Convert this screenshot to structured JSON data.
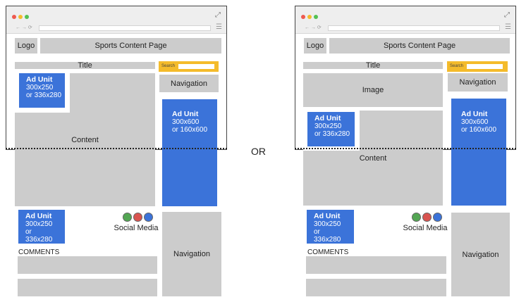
{
  "separator": "OR",
  "colors": {
    "placeholder": "#cccccc",
    "ad": "#3b73d9",
    "search": "#f4bb2b",
    "dot_red": "#ee5a4f",
    "dot_yellow": "#f5bb2b",
    "dot_green": "#53c153",
    "social_green": "#53a653",
    "social_red": "#d9534f",
    "social_blue": "#3b73d9"
  },
  "left": {
    "logo": "Logo",
    "page_title": "Sports Content Page",
    "title": "Title",
    "search_label": "Search",
    "navigation_top": "Navigation",
    "ad_top": {
      "title": "Ad Unit",
      "line1": "300x250",
      "line2": "or 336x280"
    },
    "content": "Content",
    "ad_side": {
      "title": "Ad Unit",
      "line1": "300x600",
      "line2": "or 160x600"
    },
    "ad_bottom": {
      "title": "Ad Unit",
      "line1": "300x250",
      "line2": "or",
      "line3": "336x280"
    },
    "social_media": "Social Media",
    "comments": "COMMENTS",
    "navigation_bottom": "Navigation"
  },
  "right": {
    "logo": "Logo",
    "page_title": "Sports Content Page",
    "title": "Title",
    "search_label": "Search",
    "navigation_top": "Navigation",
    "image": "Image",
    "ad_mid": {
      "title": "Ad Unit",
      "line1": "300x250",
      "line2": "or 336x280"
    },
    "content": "Content",
    "ad_side": {
      "title": "Ad Unit",
      "line1": "300x600",
      "line2": "or 160x600"
    },
    "ad_bottom": {
      "title": "Ad Unit",
      "line1": "300x250",
      "line2": "or",
      "line3": "336x280"
    },
    "social_media": "Social Media",
    "comments": "COMMENTS",
    "navigation_bottom": "Navigation"
  }
}
